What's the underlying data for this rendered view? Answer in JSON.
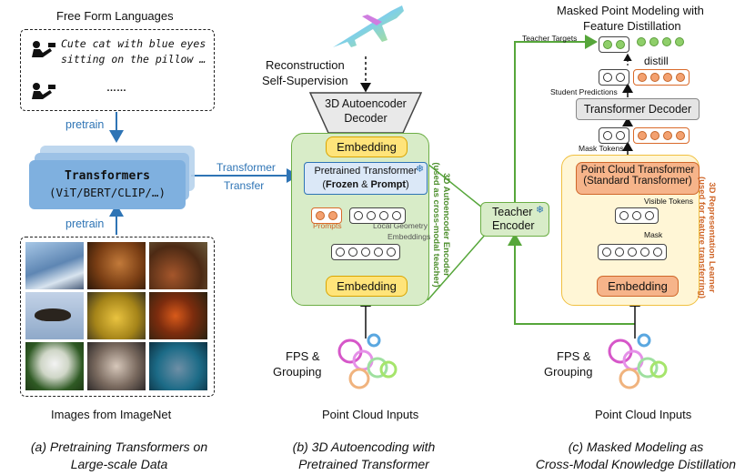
{
  "panel_a": {
    "title_top": "Free Form Languages",
    "text_line1": "Cute cat with blue eyes",
    "text_line2": "sitting on the pillow …",
    "text_line3": "……",
    "pretrain_top": "pretrain",
    "pretrain_bottom": "pretrain",
    "transformers_line1": "Transformers",
    "transformers_line2": "(ViT/BERT/CLIP/…)",
    "images_label": "Images from ImageNet",
    "caption_line1": "(a)  Pretraining Transformers on",
    "caption_line2": "Large-scale Data"
  },
  "transfer": {
    "line1": "Transformer",
    "line2": "Transfer"
  },
  "panel_b": {
    "recon_line1": "Reconstruction",
    "recon_line2": "Self-Supervision",
    "decoder_line1": "3D Autoencoder",
    "decoder_line2": "Decoder",
    "embedding_top": "Embedding",
    "pretrained_line1": "Pretrained Transformer",
    "pretrained_bold1": "Frozen",
    "pretrained_amp": " & ",
    "pretrained_bold2": "Prompt",
    "prompts": "Prompts",
    "local_geo_line1": "Local Geometry",
    "local_geo_line2": "Embeddings",
    "embedding_bottom": "Embedding",
    "side_line1": "3D Autoencoder Encoder",
    "side_line2": "(used as cross-modal teacher)",
    "fps_line1": "FPS &",
    "fps_line2": "Grouping",
    "inputs": "Point Cloud Inputs",
    "caption_line1": "(b)   3D Autoencoding with",
    "caption_line2": "Pretrained Transformer"
  },
  "teacher": {
    "line1": "Teacher",
    "line2": "Encoder"
  },
  "panel_c": {
    "title_line1": "Masked Point Modeling with",
    "title_line2": "Feature Distillation",
    "teacher_targets": "Teacher Targets",
    "distill": "distill",
    "student_predictions": "Student Predictions",
    "transformer_decoder": "Transformer Decoder",
    "mask_tokens": "Mask Tokens",
    "pct_line1": "Point Cloud Transformer",
    "pct_line2": "(Standard Transformer)",
    "visible_tokens": "Visible Tokens",
    "mask": "Mask",
    "embedding": "Embedding",
    "side_line1": "3D Representation Learner",
    "side_line2": "(used for feature transferring)",
    "fps_line1": "FPS &",
    "fps_line2": "Grouping",
    "inputs": "Point Cloud Inputs",
    "caption_line1": "(c)    Masked Modeling as",
    "caption_line2": "Cross-Modal Knowledge Distillation"
  },
  "colors": {
    "green_panel": "#d8ecc8",
    "green_border": "#6cae45",
    "yellow_embed": "#ffe47a",
    "orange_embed": "#f6b48a",
    "blue_transfer": "#2e74b5",
    "learner_panel": "#fff6d6"
  },
  "icons": [
    "microphone-icon",
    "snowflake-icon",
    "airplane-icon",
    "point-cloud-icon"
  ]
}
